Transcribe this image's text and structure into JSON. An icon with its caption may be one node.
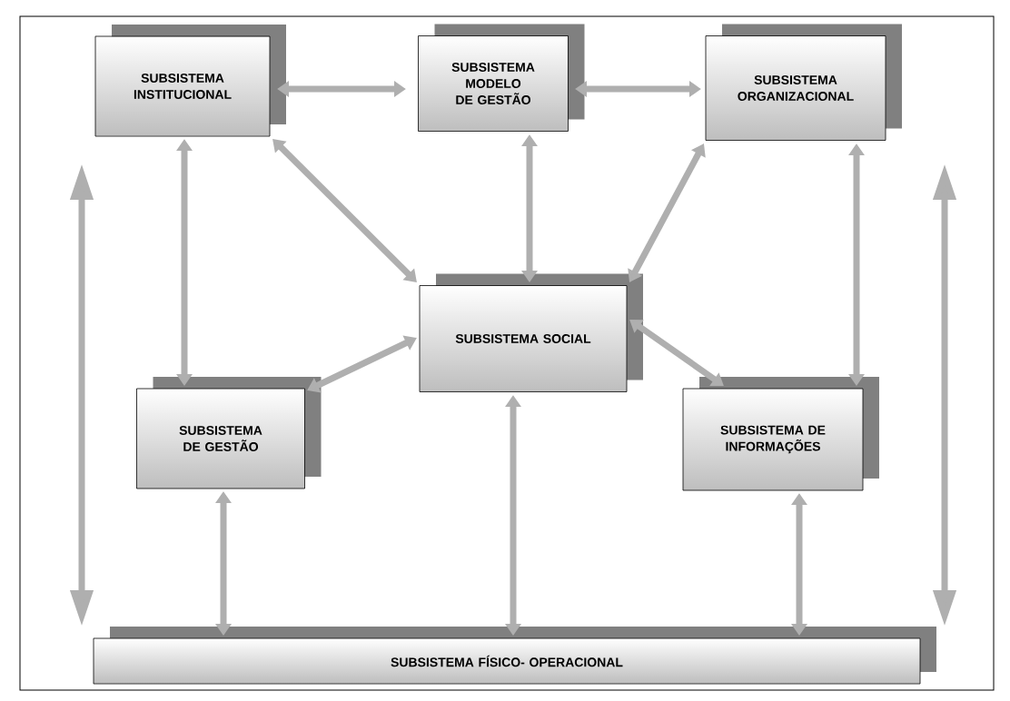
{
  "diagram": {
    "nodes": [
      {
        "text": [
          "SUBSISTEMA INSTITUCIONAL"
        ]
      },
      {
        "text": [
          "SUBSISTEMA MODELO DE GESTÃO"
        ]
      },
      {
        "text": [
          "SUBSISTEMA ORGANIZACIONAL"
        ]
      },
      {
        "text": [
          "SUBSISTEMA SOCIAL"
        ]
      },
      {
        "text": [
          "SUBSISTEMA DE GESTÃO"
        ]
      },
      {
        "text": [
          "SUBSISTEMA DE INFORMAÇÕES"
        ]
      },
      {
        "text": [
          "SUBSISTEMA FÍSICO- OPERACIONAL"
        ]
      }
    ],
    "edges": [
      {
        "from": 0,
        "to": 1,
        "arrow": "both"
      },
      {
        "from": 1,
        "to": 2,
        "arrow": "both"
      },
      {
        "from": 0,
        "to": 3,
        "arrow": "both"
      },
      {
        "from": 1,
        "to": 3,
        "arrow": "both"
      },
      {
        "from": 2,
        "to": 3,
        "arrow": "both"
      },
      {
        "from": 0,
        "to": 4,
        "arrow": "both"
      },
      {
        "from": 2,
        "to": 5,
        "arrow": "both"
      },
      {
        "from": 3,
        "to": 4,
        "arrow": "both"
      },
      {
        "from": 3,
        "to": 5,
        "arrow": "both"
      },
      {
        "from": 3,
        "to": 6,
        "arrow": "both"
      },
      {
        "from": 4,
        "to": 6,
        "arrow": "both"
      },
      {
        "from": 5,
        "to": 6,
        "arrow": "both"
      },
      {
        "from": 0,
        "to": 6,
        "arrow": "both"
      },
      {
        "from": 2,
        "to": 6,
        "arrow": "both"
      }
    ]
  }
}
